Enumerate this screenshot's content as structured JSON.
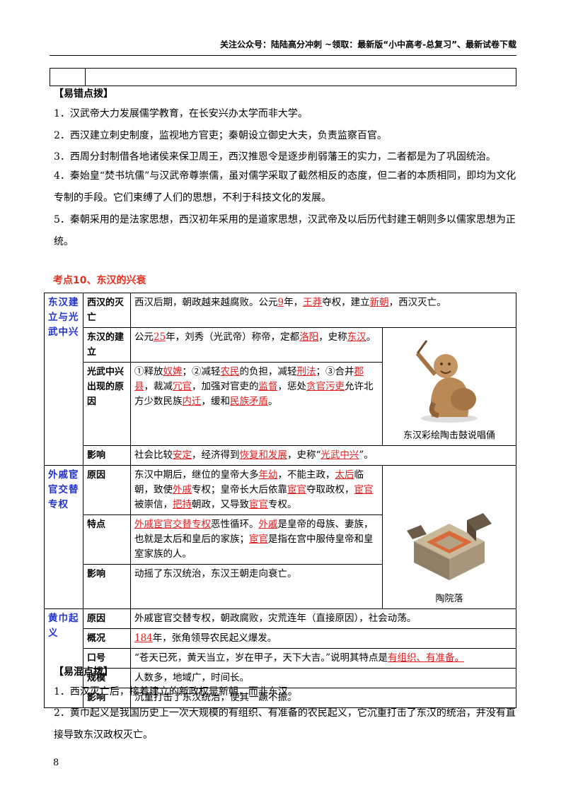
{
  "header": "关注公众号：陆陆高分冲刺 ~领取：最新版“小中高考-总复习”、最新试卷下载",
  "tip1": {
    "title": "【易错点拨】",
    "items": [
      "1．汉武帝大力发展儒学教育，在长安兴办太学而非大学。",
      "2．西汉建立刺史制度，监视地方官吏；秦朝设立御史大夫，负责监察百官。",
      "3．西周分封制借各地诸侯来保卫周王，西汉推恩令是逐步削弱藩王的实力，二者都是为了巩固统治。",
      "4．秦始皇“焚书坑儒”与汉武帝尊崇儒，虽对儒学采取了截然相反的态度，但二者的本质相同，即均为文化专制的手段。它们束缚了人们的思想，不利于科技文化的发展。",
      "5．秦朝采用的是法家思想，西汉初年采用的是道家思想，汉武帝及以后历代封建王朝则多以儒家思想为正统。"
    ]
  },
  "section_title": "考点10、东汉的兴衰",
  "groups": [
    {
      "name": "东汉建立与光武中兴",
      "rows": [
        {
          "label": "西汉的灭亡",
          "parts": [
            [
              "西汉后期，朝政越来越腐败。公元",
              0
            ],
            [
              "9",
              1
            ],
            [
              "年，",
              0
            ],
            [
              "王莽",
              1
            ],
            [
              "夺权，建立",
              0
            ],
            [
              "新朝",
              1
            ],
            [
              "，西汉灭亡。",
              0
            ]
          ]
        },
        {
          "label": "东汉的建立",
          "parts": [
            [
              "公元",
              0
            ],
            [
              "25",
              1
            ],
            [
              "年，刘秀（光武帝）称帝，定都",
              0
            ],
            [
              "洛阳",
              1
            ],
            [
              "，史称",
              0
            ],
            [
              "东汉",
              1
            ],
            [
              "。",
              0
            ]
          ]
        },
        {
          "label": "光武中兴出现的原因",
          "parts": [
            [
              "①释放",
              0
            ],
            [
              "奴婢",
              1
            ],
            [
              "；②减轻",
              0
            ],
            [
              "农民",
              1
            ],
            [
              "的负担，减轻",
              0
            ],
            [
              "刑法",
              1
            ],
            [
              "；③合并",
              0
            ],
            [
              "郡县",
              1
            ],
            [
              "，裁减",
              0
            ],
            [
              "冗官",
              1
            ],
            [
              "，加强对官吏的",
              0
            ],
            [
              "监督",
              1
            ],
            [
              "，惩处",
              0
            ],
            [
              "贪官污吏",
              1
            ],
            [
              "允许北方少数民族",
              0
            ],
            [
              "内迁",
              1
            ],
            [
              "，缓和",
              0
            ],
            [
              "民族矛盾",
              1
            ],
            [
              "。",
              0
            ]
          ]
        },
        {
          "label": "影响",
          "parts": [
            [
              "社会比较",
              0
            ],
            [
              "安定",
              1
            ],
            [
              "，经济得到",
              0
            ],
            [
              "恢复和发展",
              1
            ],
            [
              "，史称“",
              0
            ],
            [
              "光武中兴",
              1
            ],
            [
              "”。",
              0
            ]
          ]
        }
      ],
      "caption": "东汉彩绘陶击鼓说唱俑"
    },
    {
      "name": "外戚宦官交替专权",
      "rows": [
        {
          "label": "原因",
          "parts": [
            [
              "东汉中期后，继位的皇帝大多",
              0
            ],
            [
              "年幼",
              1
            ],
            [
              "，不能主政，",
              0
            ],
            [
              "太后",
              1
            ],
            [
              "临朝，致使",
              0
            ],
            [
              "外戚",
              1
            ],
            [
              "专权；皇帝长大后依靠",
              0
            ],
            [
              "宦官",
              1
            ],
            [
              "夺取政权，",
              0
            ],
            [
              "宦官",
              1
            ],
            [
              "被崇信，",
              0
            ],
            [
              "把持",
              1
            ],
            [
              "朝政，又导致",
              0
            ],
            [
              "宦官",
              1
            ],
            [
              "专权。",
              0
            ]
          ]
        },
        {
          "label": "特点",
          "parts": [
            [
              "外戚宦官交替专权",
              1
            ],
            [
              "恶性循环。",
              0
            ],
            [
              "外戚",
              1
            ],
            [
              "是皇帝的母族、妻族，也就是太后和皇后的家族；",
              0
            ],
            [
              "宦官",
              1
            ],
            [
              "是指在宫中服侍皇帝和皇室家族的人。",
              0
            ]
          ]
        },
        {
          "label": "影响",
          "parts": [
            [
              "动摇了东汉统治，东汉王朝走向衰亡。",
              0
            ]
          ]
        }
      ],
      "caption": "陶院落"
    },
    {
      "name": "黄巾起义",
      "rows": [
        {
          "label": "原因",
          "parts": [
            [
              "外戚宦官交替专权，朝政腐败，灾荒连年（直接原因），社会动荡。",
              0
            ]
          ]
        },
        {
          "label": "概况",
          "parts": [
            [
              "184",
              1
            ],
            [
              "年，张角领导农民起义爆发。",
              0
            ]
          ]
        },
        {
          "label": "口号",
          "parts": [
            [
              "“苍天已死，黄天当立，岁在甲子，天下大吉。”说明其特点是",
              0
            ],
            [
              "有组织、有准备。",
              1
            ]
          ]
        },
        {
          "label": "规模",
          "parts": [
            [
              "人数多，地域广，时间长。",
              0
            ]
          ]
        },
        {
          "label": "影响",
          "parts": [
            [
              "沉重打击了东汉统治，使其一蹶不振。",
              0
            ]
          ]
        }
      ]
    }
  ],
  "tip2": {
    "title": "【易混点拨】",
    "items": [
      "1．西汉灭亡后，接着建立的新政权是新朝，而非东汉。",
      "2．黄巾起义是我国历史上一次大规模的有组织、有准备的农民起义，它沉重打击了东汉的统治，并没有直接导致东汉政权灭亡。"
    ]
  },
  "page_number": "8"
}
